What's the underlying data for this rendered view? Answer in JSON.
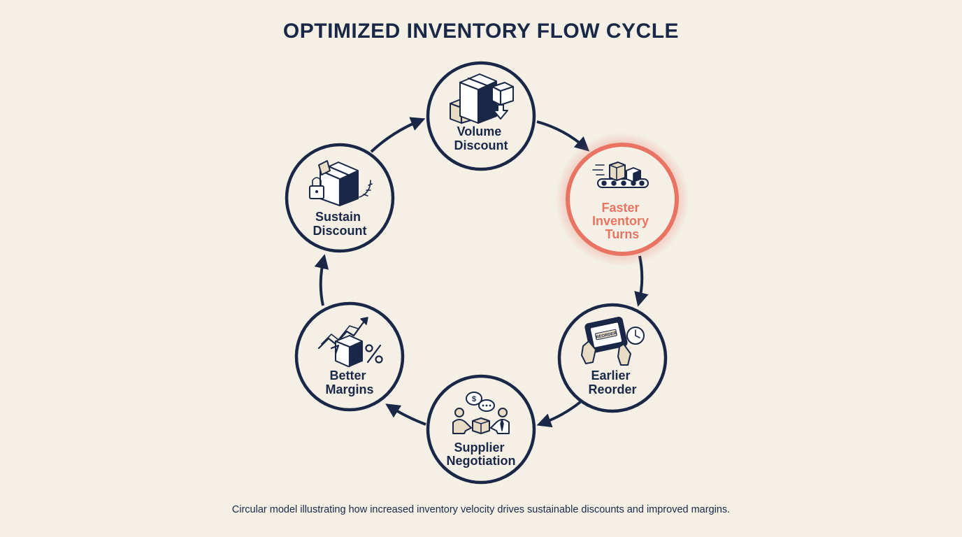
{
  "title": "OPTIMIZED INVENTORY FLOW CYCLE",
  "caption": "Circular model illustrating how increased inventory velocity drives sustainable discounts and improved margins.",
  "colors": {
    "background": "#f4f0e6",
    "ink": "#1b2747",
    "highlight": "#e97463",
    "icon_fill": "#e8dcc4"
  },
  "cycle": {
    "direction": "clockwise",
    "highlighted_node": "faster-inventory-turns",
    "nodes": [
      {
        "id": "volume-discount",
        "label_lines": [
          "Volume",
          "Discount"
        ],
        "icon": "stacked-boxes-down-arrow-icon"
      },
      {
        "id": "faster-inventory-turns",
        "label_lines": [
          "Faster",
          "Inventory",
          "Turns"
        ],
        "icon": "conveyor-belt-boxes-icon"
      },
      {
        "id": "earlier-reorder",
        "label_lines": [
          "Earlier",
          "Reorder"
        ],
        "icon": "tablet-reorder-clock-icon"
      },
      {
        "id": "supplier-negotiation",
        "label_lines": [
          "Supplier",
          "Negotiation"
        ],
        "icon": "handshake-negotiation-icon"
      },
      {
        "id": "better-margins",
        "label_lines": [
          "Better",
          "Margins"
        ],
        "icon": "box-percent-trend-icon"
      },
      {
        "id": "sustain-discount",
        "label_lines": [
          "Sustain",
          "Discount"
        ],
        "icon": "box-lock-laurel-icon"
      }
    ]
  },
  "icon_text": {
    "reorder_screen": "REORDER"
  }
}
